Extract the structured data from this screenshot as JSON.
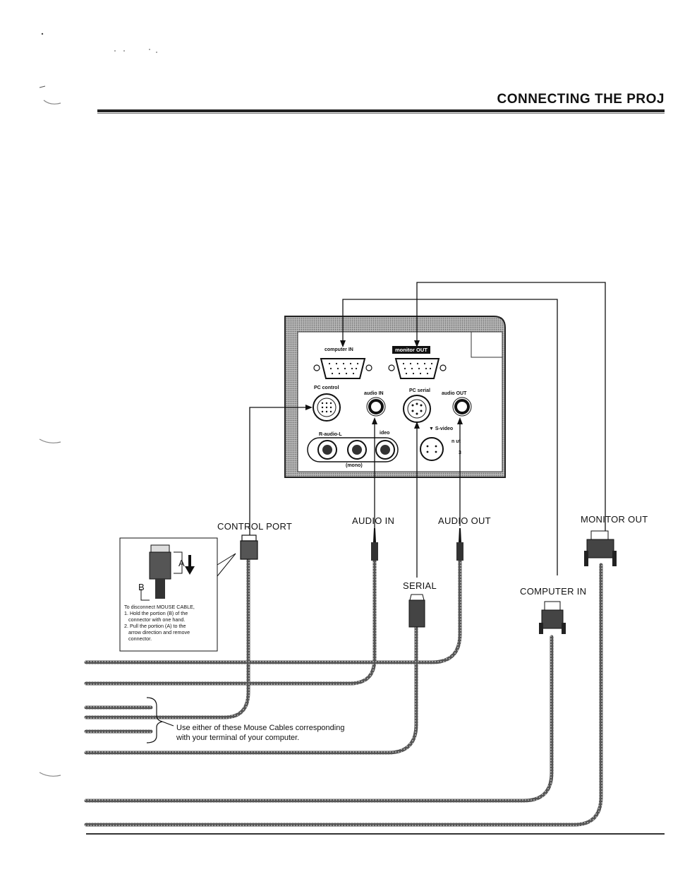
{
  "header": {
    "title": "CONNECTING THE PROJ"
  },
  "panel": {
    "computer_in": "computer IN",
    "monitor_out": "monitor OUT",
    "pc_control": "PC control",
    "audio_in": "audio IN",
    "pc_serial": "PC serial",
    "audio_out": "audio OUT",
    "s_video": "▼ S-video",
    "r_audio_l": "R-audio-L",
    "video": "ideo",
    "mono": "(mono)",
    "input_partial": "n     ut",
    "input_partial2": "3"
  },
  "cables": {
    "control_port": "CONTROL PORT",
    "audio_in": "AUDIO IN",
    "audio_out": "AUDIO OUT",
    "monitor_out": "MONITOR OUT",
    "serial": "SERIAL",
    "computer_in": "COMPUTER IN"
  },
  "inset": {
    "label_a": "A",
    "label_b": "B",
    "lines": [
      "To disconnect MOUSE CABLE,",
      "1. Hold the portion (B) of the",
      "   connector with one hand.",
      "2. Pull the portion (A) to the",
      "   arrow direction and remove",
      "   connector."
    ]
  },
  "note": {
    "line1": "Use either of these Mouse Cables corresponding",
    "line2": "with your terminal of your computer."
  },
  "colors": {
    "ink": "#111111",
    "panel_dark": "#8a8a8a",
    "panel_face": "#ffffff"
  }
}
